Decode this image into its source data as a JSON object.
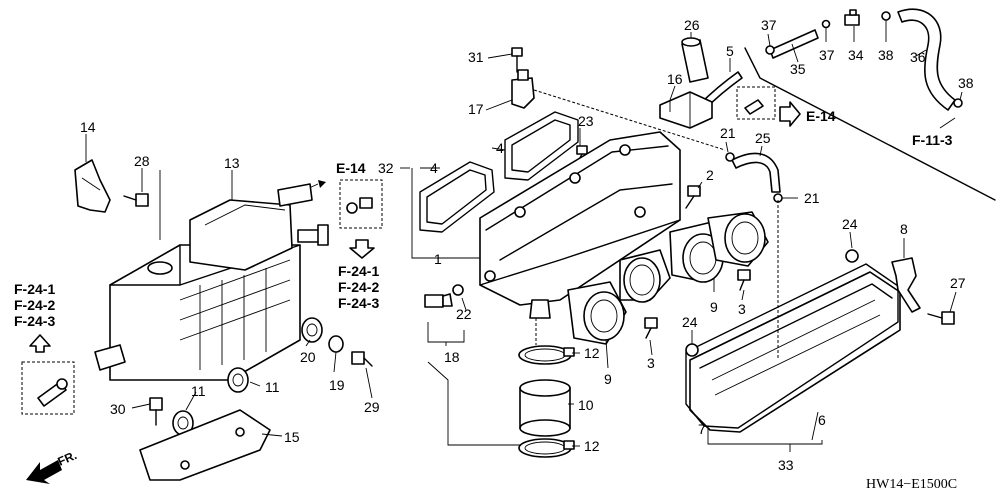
{
  "callouts": [
    "1",
    "2",
    "3",
    "4",
    "5",
    "6",
    "7",
    "8",
    "9",
    "10",
    "11",
    "12",
    "13",
    "14",
    "15",
    "16",
    "17",
    "18",
    "19",
    "20",
    "21",
    "22",
    "23",
    "24",
    "25",
    "26",
    "27",
    "28",
    "29",
    "30",
    "31",
    "32",
    "33",
    "34",
    "35",
    "36",
    "37",
    "38"
  ],
  "refs": {
    "e14": "E-14",
    "f111": "F-11-3",
    "f241": "F-24-1",
    "f242": "F-24-2",
    "f243": "F-24-3"
  },
  "front_label": "FR.",
  "diagram_code": "HW14−E1500C"
}
